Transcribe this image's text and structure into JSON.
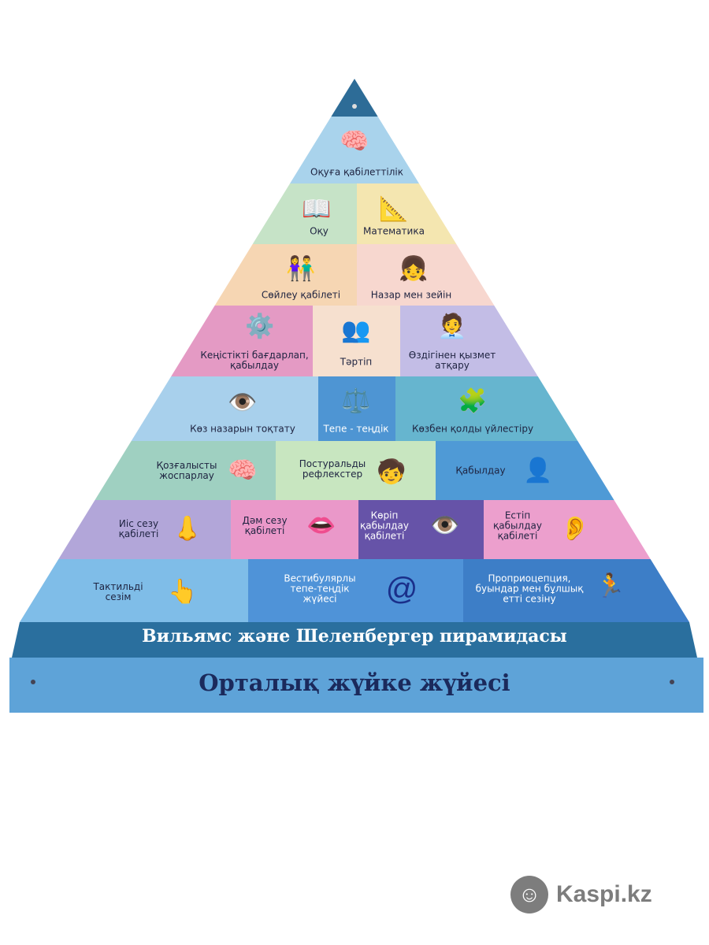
{
  "pyramid": {
    "row1": [
      "Оқуға қабілеттілік"
    ],
    "row2": [
      "Оқу",
      "Математика"
    ],
    "row3": [
      "Сөйлеу қабілеті",
      "Назар мен зейін"
    ],
    "row4": [
      "Кеңістікті бағдарлап,\nқабылдау",
      "Тәртіп",
      "Өздігінен қызмет\nатқару"
    ],
    "row5": [
      "Көз назарын тоқтату",
      "Тепе - теңдік",
      "Көзбен қолды үйлестіру"
    ],
    "row6": [
      "Қозғалысты\nжоспарлау",
      "Постуральды\nрефлекстер",
      "Қабылдау"
    ],
    "row7": [
      "Иіс сезу\nқабілеті",
      "Дәм сезу\nқабілеті",
      "Көріп\nқабылдау\nқабілеті",
      "Естіп\nқабылдау\nқабілеті"
    ],
    "row8": [
      "Тактильді\nсезім",
      "Вестибулярлы\nтепе-теңдік\nжүйесі",
      "Проприоцепция,\nбуындар мен бұлшық\nетті сезіну"
    ]
  },
  "banner_title": "Вильямс және Шеленбергер пирамидасы",
  "base_title": "Орталық жүйке жүйесі",
  "watermark": "Kaspi.kz",
  "colors": {
    "banner": "#2a6f9e",
    "base": "#5ea3d8",
    "base_text": "#1b2a5c"
  }
}
